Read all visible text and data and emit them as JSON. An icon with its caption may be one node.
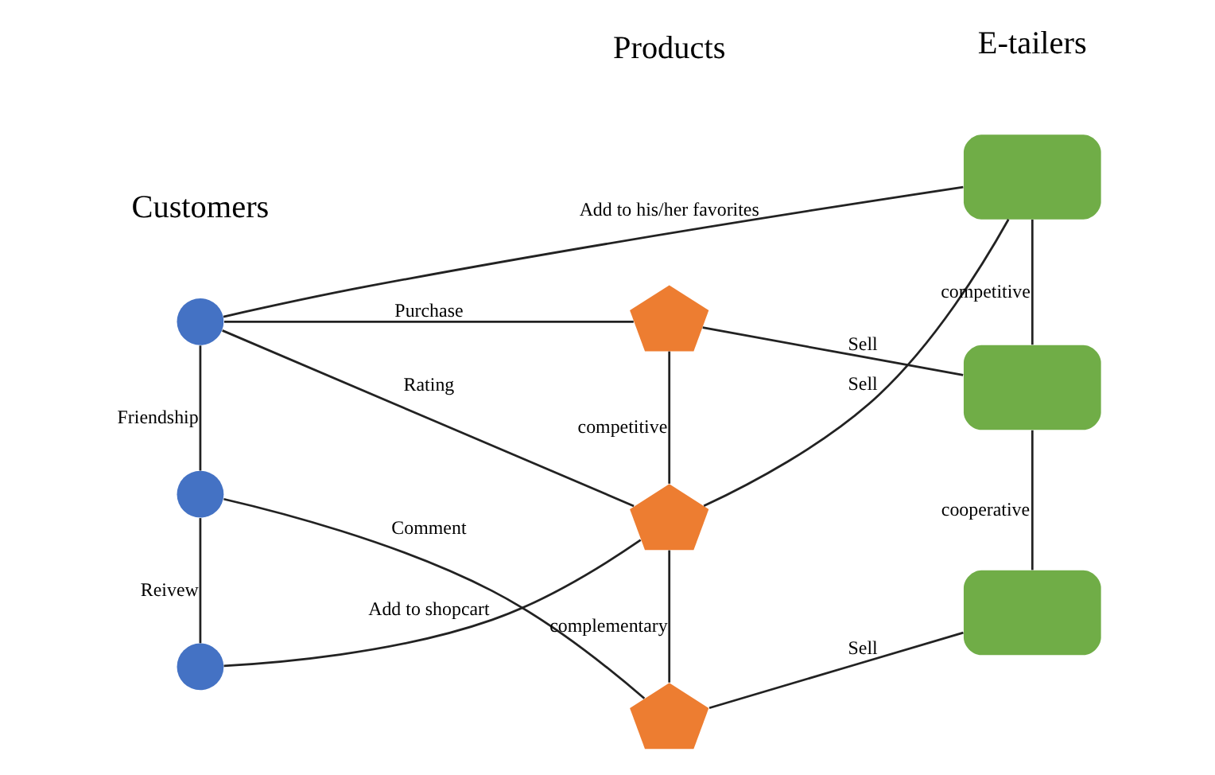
{
  "diagram": {
    "nodes": [
      {
        "text": [],
        "shape": "circle"
      },
      {
        "text": [],
        "shape": "circle"
      },
      {
        "text": [],
        "shape": "circle"
      },
      {
        "text": [],
        "shape": "pentagon"
      },
      {
        "text": [],
        "shape": "pentagon"
      },
      {
        "text": [],
        "shape": "pentagon"
      },
      {
        "text": [],
        "shape": "box"
      },
      {
        "text": [],
        "shape": "box"
      },
      {
        "text": [],
        "shape": "box"
      }
    ],
    "edges": [
      {
        "from": 0,
        "to": 6,
        "arrow": "none",
        "label": "Add to his/her favorites"
      },
      {
        "from": 0,
        "to": 3,
        "arrow": "none",
        "label": "Purchase"
      },
      {
        "from": 0,
        "to": 4,
        "arrow": "none",
        "label": "Rating"
      },
      {
        "from": 0,
        "to": 1,
        "arrow": "none",
        "label": "Friendship"
      },
      {
        "from": 1,
        "to": 2,
        "arrow": "none",
        "label": "Reivew"
      },
      {
        "from": 1,
        "to": 5,
        "arrow": "none",
        "label": "Comment"
      },
      {
        "from": 2,
        "to": 4,
        "arrow": "none",
        "label": "Add to shopcart"
      },
      {
        "from": 3,
        "to": 4,
        "arrow": "none",
        "label": "competitive"
      },
      {
        "from": 4,
        "to": 5,
        "arrow": "none",
        "label": "complementary"
      },
      {
        "from": 4,
        "to": 6,
        "arrow": "none",
        "label": "Sell"
      },
      {
        "from": 3,
        "to": 7,
        "arrow": "none",
        "label": "Sell"
      },
      {
        "from": 5,
        "to": 8,
        "arrow": "none",
        "label": "Sell"
      },
      {
        "from": 6,
        "to": 7,
        "arrow": "none",
        "label": "competitive"
      },
      {
        "from": 7,
        "to": 8,
        "arrow": "none",
        "label": "cooperative"
      }
    ],
    "labels": [
      "Customers",
      "Products",
      "E-tailers"
    ]
  }
}
